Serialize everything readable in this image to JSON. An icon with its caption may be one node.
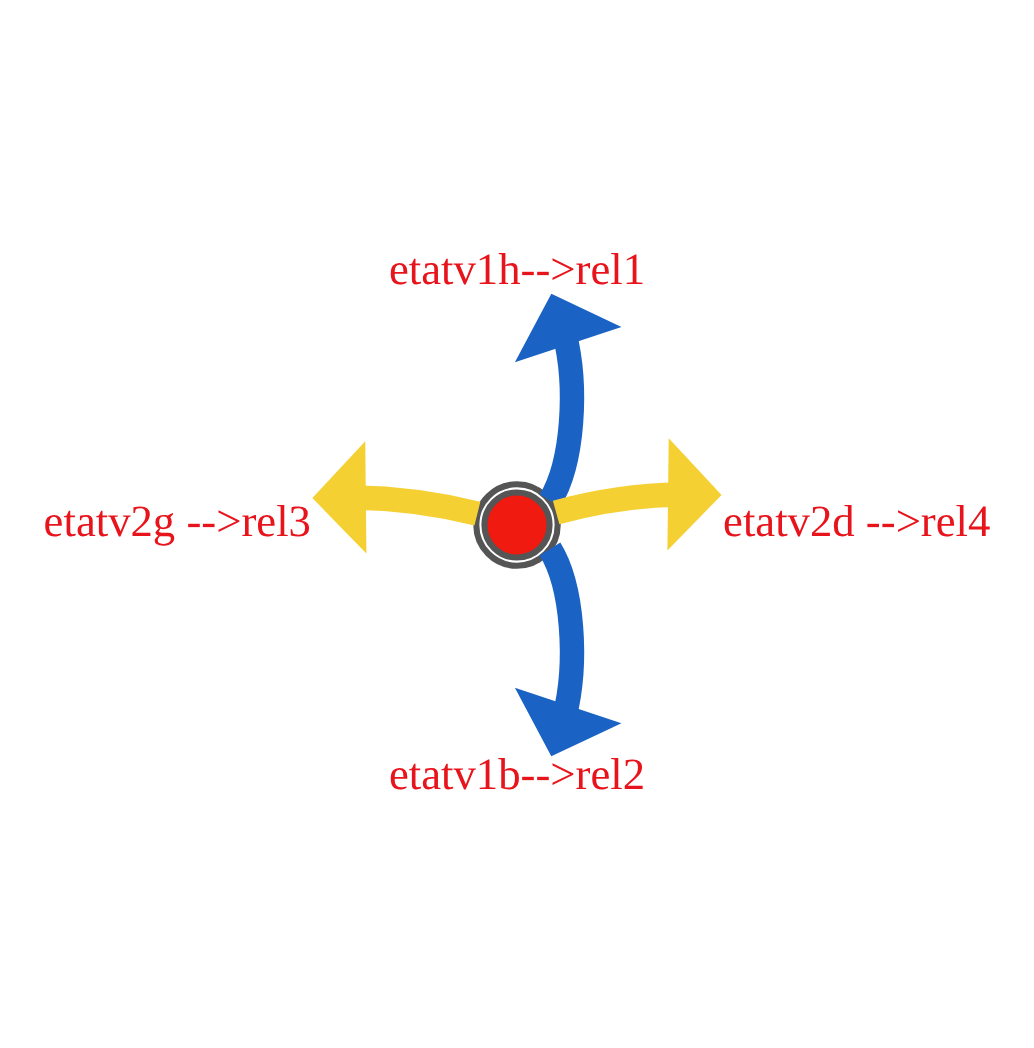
{
  "diagram": {
    "nodes": [
      {
        "text": [
          "etatv1h-->rel1"
        ]
      },
      {
        "text": [
          "etatv2g -->rel3"
        ]
      },
      {
        "text": [
          "etatv2d -->rel4"
        ]
      },
      {
        "text": [
          "etatv1b-->rel2"
        ]
      },
      {
        "text": [],
        "shape": "circle"
      }
    ],
    "edges": [
      {
        "from": 4,
        "to": 0,
        "arrow": "to",
        "color": "#1a63c4"
      },
      {
        "from": 4,
        "to": 1,
        "arrow": "to",
        "color": "#f5d033"
      },
      {
        "from": 4,
        "to": 2,
        "arrow": "to",
        "color": "#f5d033"
      },
      {
        "from": 4,
        "to": 3,
        "arrow": "to",
        "color": "#1a63c4"
      }
    ]
  }
}
